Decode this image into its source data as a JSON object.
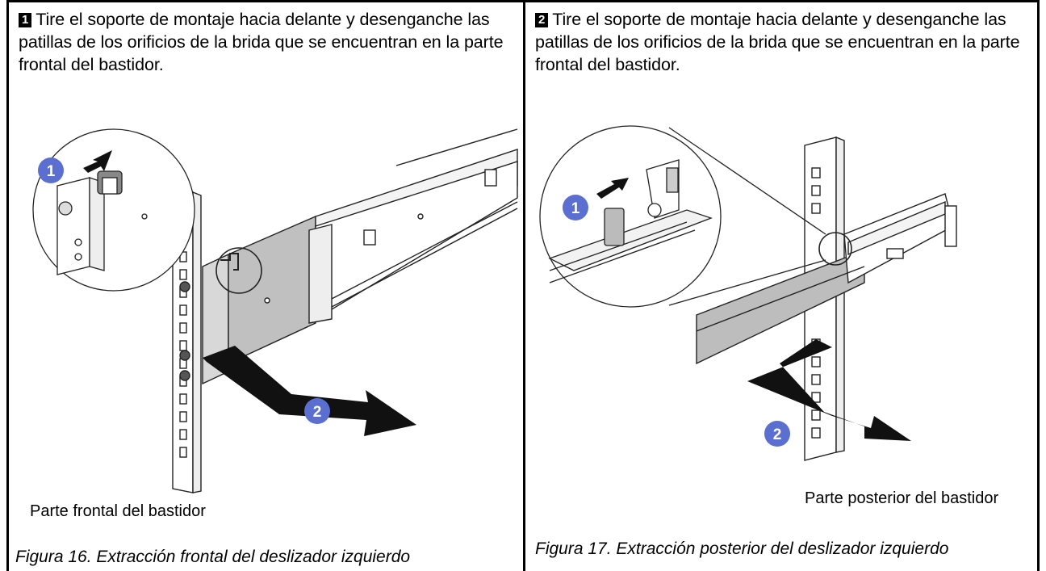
{
  "left": {
    "step_number": "1",
    "instruction": "Tire el soporte de montaje hacia delante y desenganche las patillas de los orificios de la brida que se encuentran en la parte frontal del bastidor.",
    "callout_1": "1",
    "callout_2": "2",
    "location_label": "Parte frontal del bastidor",
    "figure_caption": "Figura 16.  Extracción frontal del deslizador izquierdo"
  },
  "right": {
    "step_number": "2",
    "instruction": "Tire el soporte de montaje hacia delante y desenganche las patillas de los orificios de la brida que se encuentran en la parte frontal del bastidor.",
    "callout_1": "1",
    "callout_2": "2",
    "location_label": "Parte posterior del bastidor",
    "figure_caption": "Figura 17.  Extracción posterior del deslizador izquierdo"
  },
  "colors": {
    "callout": "#5b6fd0",
    "rail_shade": "#b8b8b8",
    "border": "#000000"
  }
}
